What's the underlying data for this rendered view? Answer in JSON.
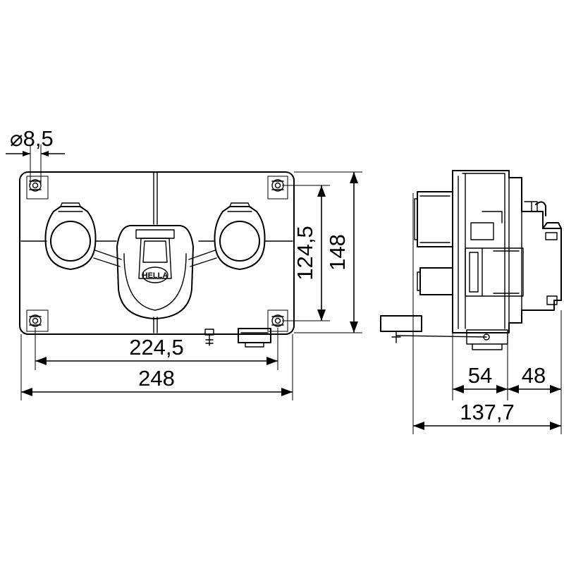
{
  "dimensions": {
    "hole_diameter": "⌀8,5",
    "front_hole_spacing_width": "224,5",
    "front_overall_width": "248",
    "front_hole_spacing_height": "124,5",
    "front_overall_height": "148",
    "side_depth_a": "54",
    "side_depth_b": "48",
    "side_overall_depth": "137,7"
  },
  "logo_text": "HELLA"
}
